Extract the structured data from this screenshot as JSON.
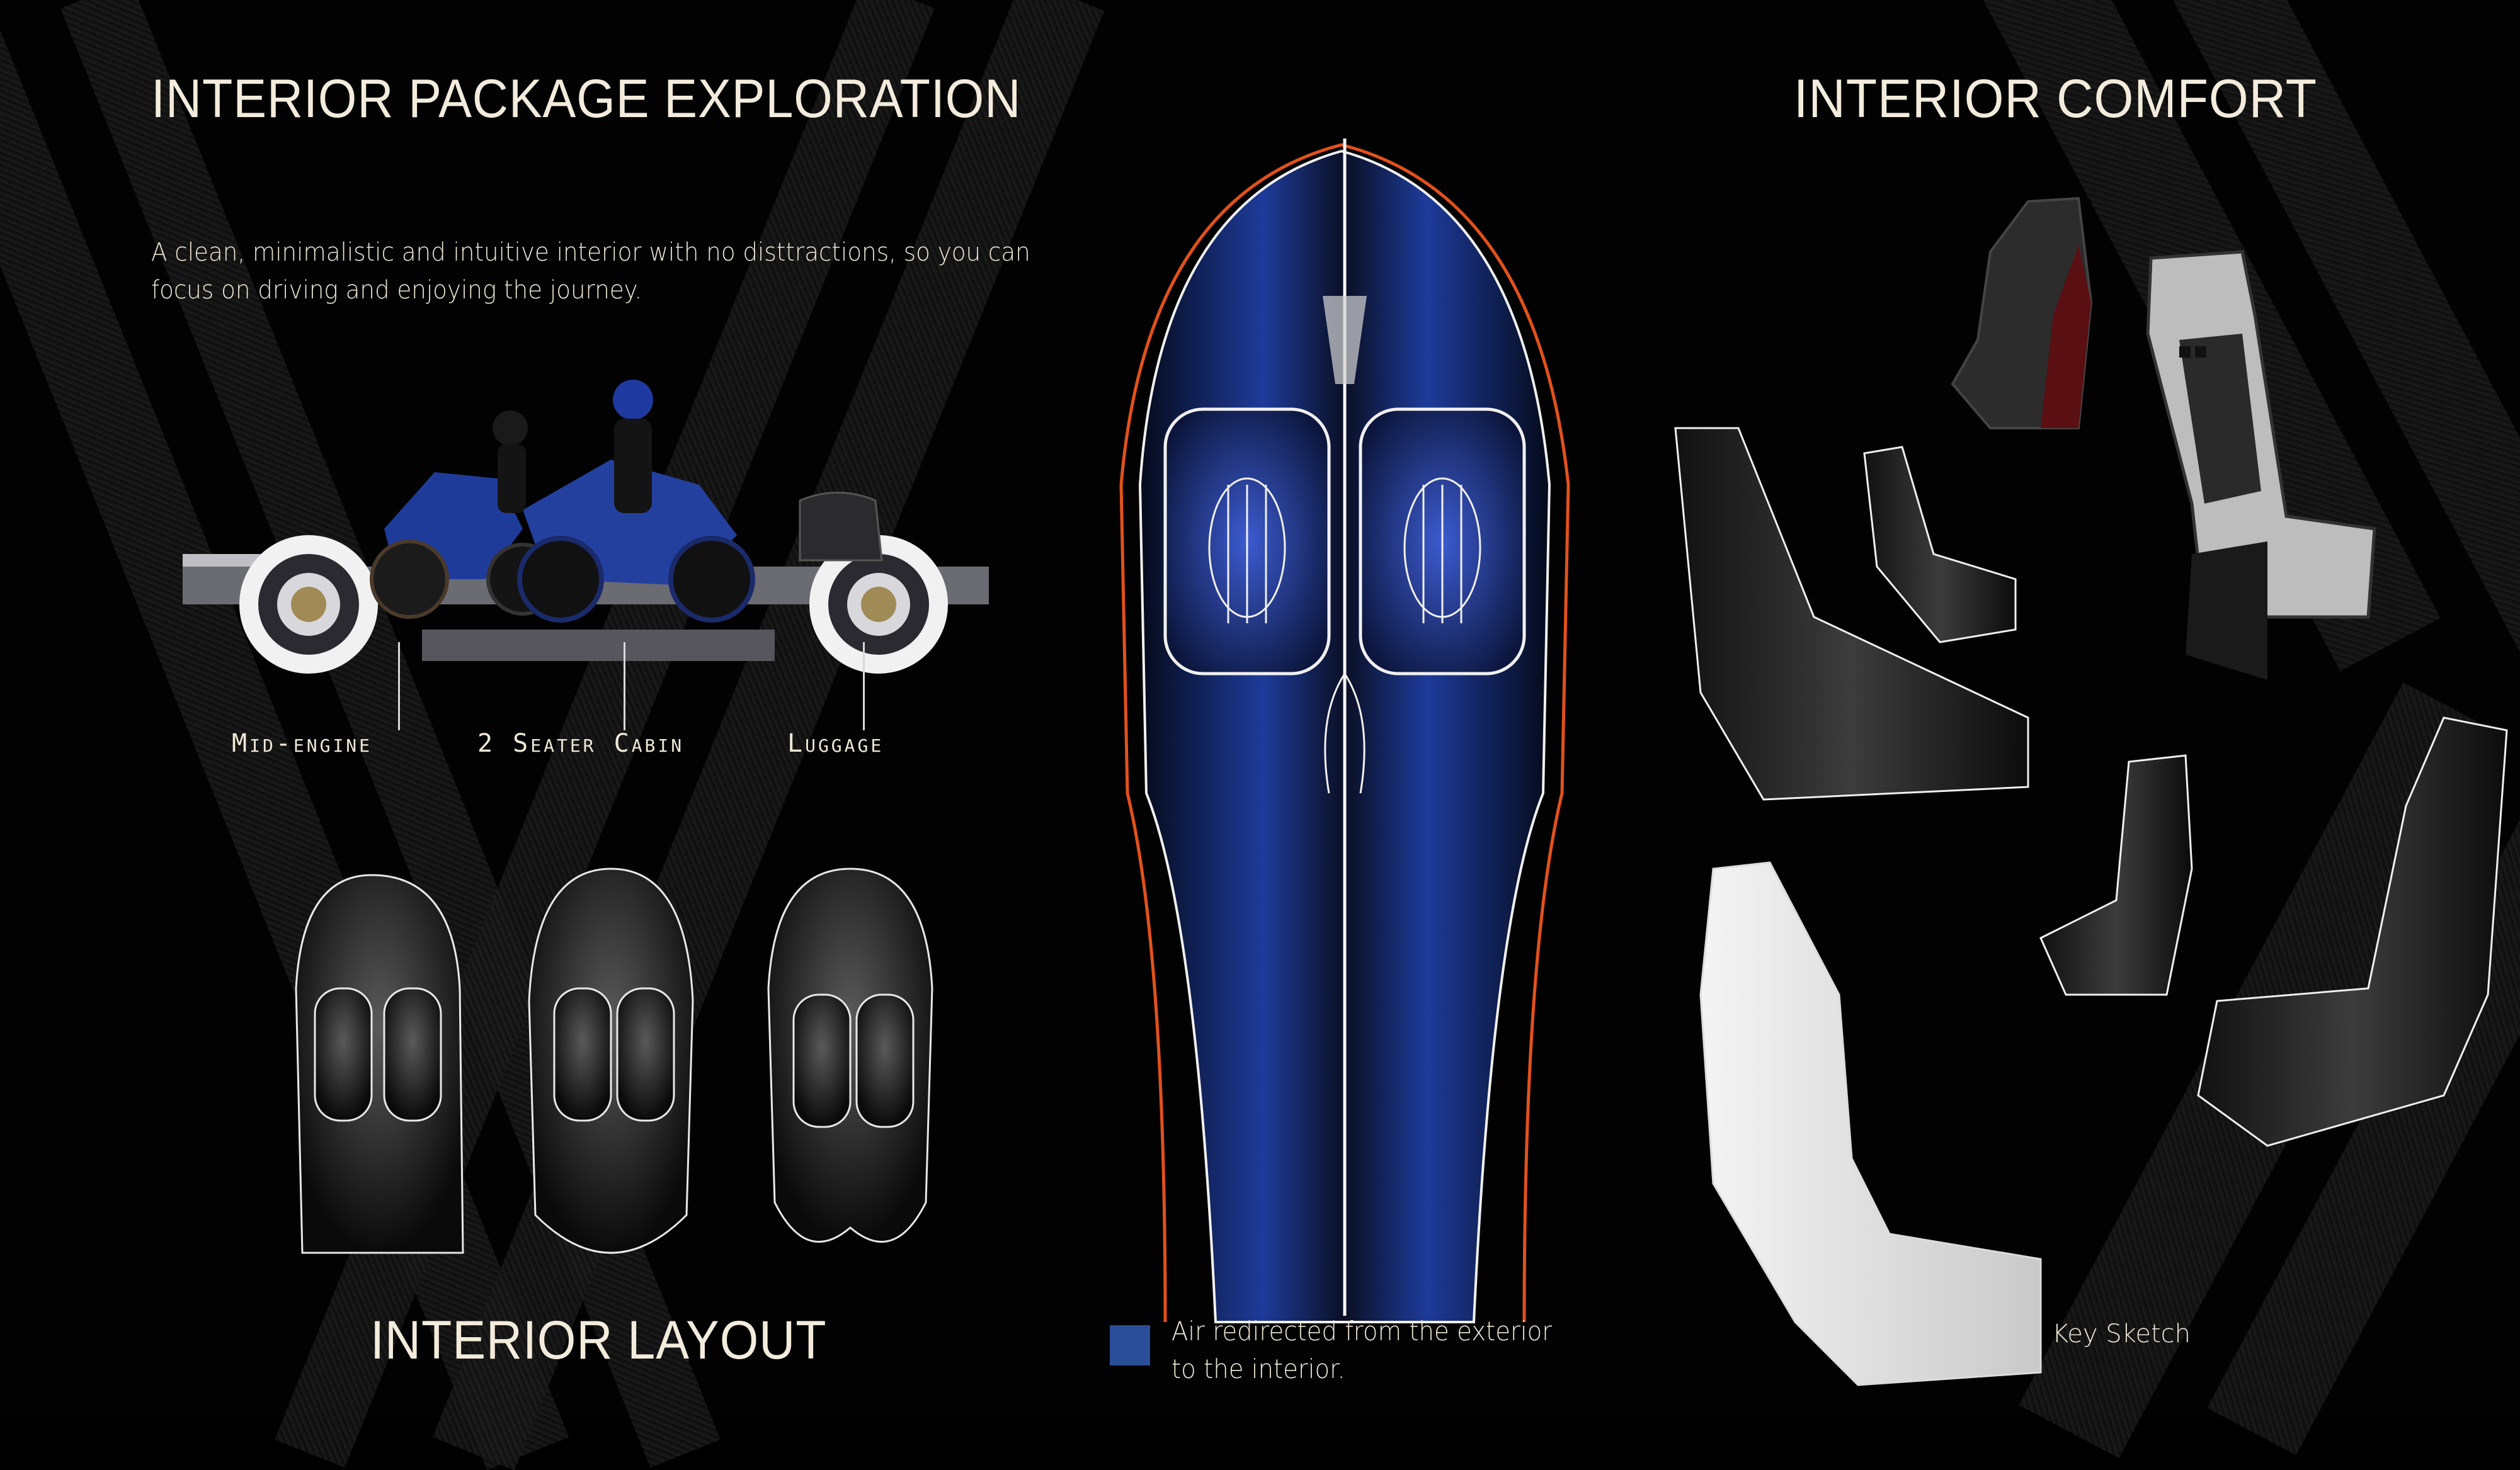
{
  "left_panel": {
    "title": "INTERIOR PACKAGE EXPLORATION",
    "description_line1": "A clean, minimalistic and intuitive interior with no disttractions, so you can",
    "description_line2": "focus on driving and enjoying the journey.",
    "package_labels": [
      "Mid-engine",
      "2 Seater Cabin",
      "Luggage"
    ],
    "layout_title": "INTERIOR LAYOUT",
    "layout_sketch_count": 3
  },
  "center_panel": {
    "legend_line1": "Air redirected from the exterior",
    "legend_line2": "to the interior.",
    "legend_color": "#2a4d97"
  },
  "right_panel": {
    "title": "INTERIOR COMFORT",
    "key_sketch_label": "Key Sketch"
  },
  "colors": {
    "background": "#000000",
    "text": "#f3ecdc",
    "accent_orange": "#e2511c",
    "pod_blue": "#1e3b9a",
    "seat_red": "#5a0f12"
  }
}
